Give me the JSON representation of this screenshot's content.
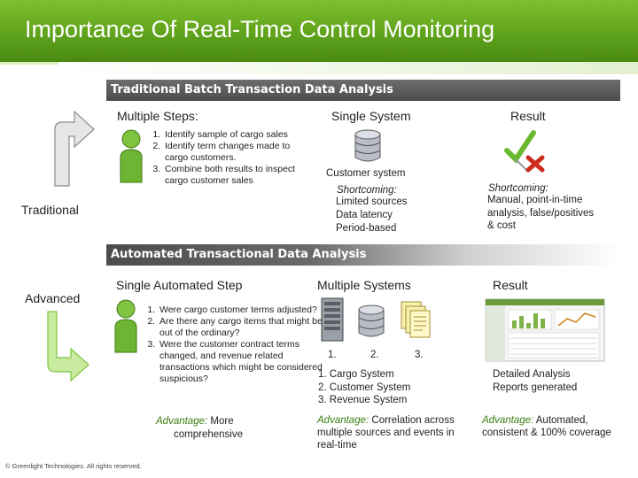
{
  "title": "Importance Of Real-Time Control Monitoring",
  "traditional": {
    "section_title": "Traditional  Batch Transaction Data Analysis",
    "side_label": "Traditional",
    "col1_header": "Multiple Steps:",
    "col2_header": "Single System",
    "col3_header": "Result",
    "steps": [
      " Identify sample of cargo sales",
      "Identify term changes made to cargo customers.",
      "Combine both results to inspect cargo customer sales"
    ],
    "system_label": "Customer system",
    "shortcoming_label": "Shortcoming:",
    "shortcomings": [
      "Limited sources",
      "Data latency",
      "Period-based"
    ],
    "result_shortcoming_label": "Shortcoming:",
    "result_text": [
      "Manual, point-in-time",
      "analysis, false/positives",
      "& cost"
    ]
  },
  "advanced": {
    "section_title": "Automated Transactional Data Analysis",
    "side_label": "Advanced",
    "col1_header": "Single Automated Step",
    "col2_header": "Multiple Systems",
    "col3_header": "Result",
    "steps": [
      "Were cargo customer terms adjusted?",
      "Are there any cargo items that might be out of the ordinary?",
      "Were the customer contract terms changed, and revenue related transactions which might be considered suspicious?"
    ],
    "system_numbers": [
      "1.",
      "2.",
      "3."
    ],
    "systems": [
      "Cargo System",
      "Customer System",
      "Revenue System"
    ],
    "result_text": [
      "Detailed Analysis",
      "Reports generated"
    ],
    "advantage_label": "Advantage:",
    "advantage1_rest": " More",
    "advantage1_line2": "comprehensive",
    "advantage2_rest": " Correlation across",
    "advantage2_line2": "multiple sources and events in",
    "advantage2_line3": "real-time",
    "advantage3_rest": " Automated,",
    "advantage3_line2": "consistent & 100% coverage"
  },
  "copyright": "© Greenlight Technologies. All rights reserved."
}
